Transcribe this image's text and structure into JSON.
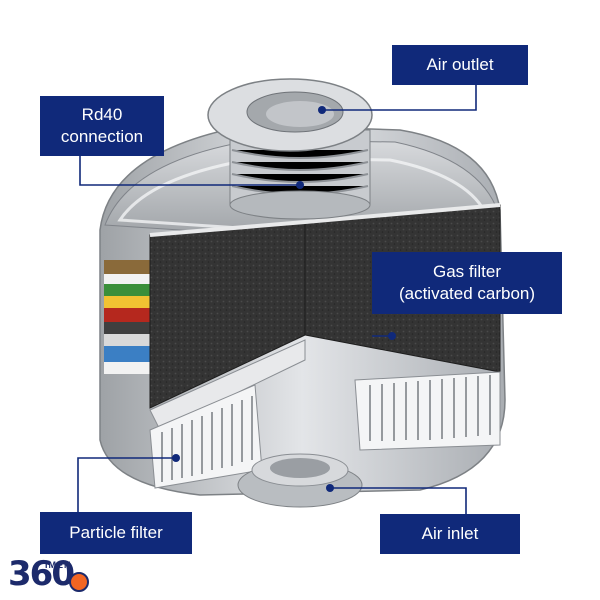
{
  "labels": {
    "air_outlet": "Air outlet",
    "rd40_connection": "Rd40\nconnection",
    "gas_filter": "Gas filter\n(activated carbon)",
    "particle_filter": "Particle filter",
    "air_inlet": "Air inlet"
  },
  "logo": {
    "number": "360",
    "word": "IMEN"
  },
  "colors": {
    "label_bg": "#10297a",
    "label_text": "#ffffff",
    "leader_line": "#10297a",
    "carbon": "#2e2e2e",
    "metal": "#c9ccd0",
    "band_colors": [
      "#8a6a3a",
      "#f2f2f2",
      "#3a8f3a",
      "#f1c232",
      "#b5281e",
      "#3f3f3f",
      "#d9d9d9",
      "#3b7fc4",
      "#f2f2f2"
    ]
  }
}
